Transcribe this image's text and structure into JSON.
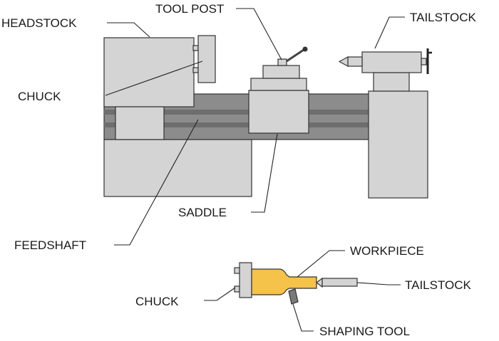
{
  "lathe": {
    "labels": {
      "headstock": "HEADSTOCK",
      "tool_post": "TOOL POST",
      "tailstock": "TAILSTOCK",
      "chuck": "CHUCK",
      "saddle": "SADDLE",
      "feedshaft": "FEEDSHAFT"
    }
  },
  "detail": {
    "labels": {
      "workpiece": "WORKPIECE",
      "chuck": "CHUCK",
      "tailstock": "TAILSTOCK",
      "shaping_tool": "SHAPING TOOL"
    }
  },
  "colors": {
    "body_light": "#d4d4d4",
    "bed_dark": "#8c8c8c",
    "rail_dark": "#6e6e6e",
    "workpiece": "#f5c24a",
    "tool": "#7a7a7a"
  }
}
